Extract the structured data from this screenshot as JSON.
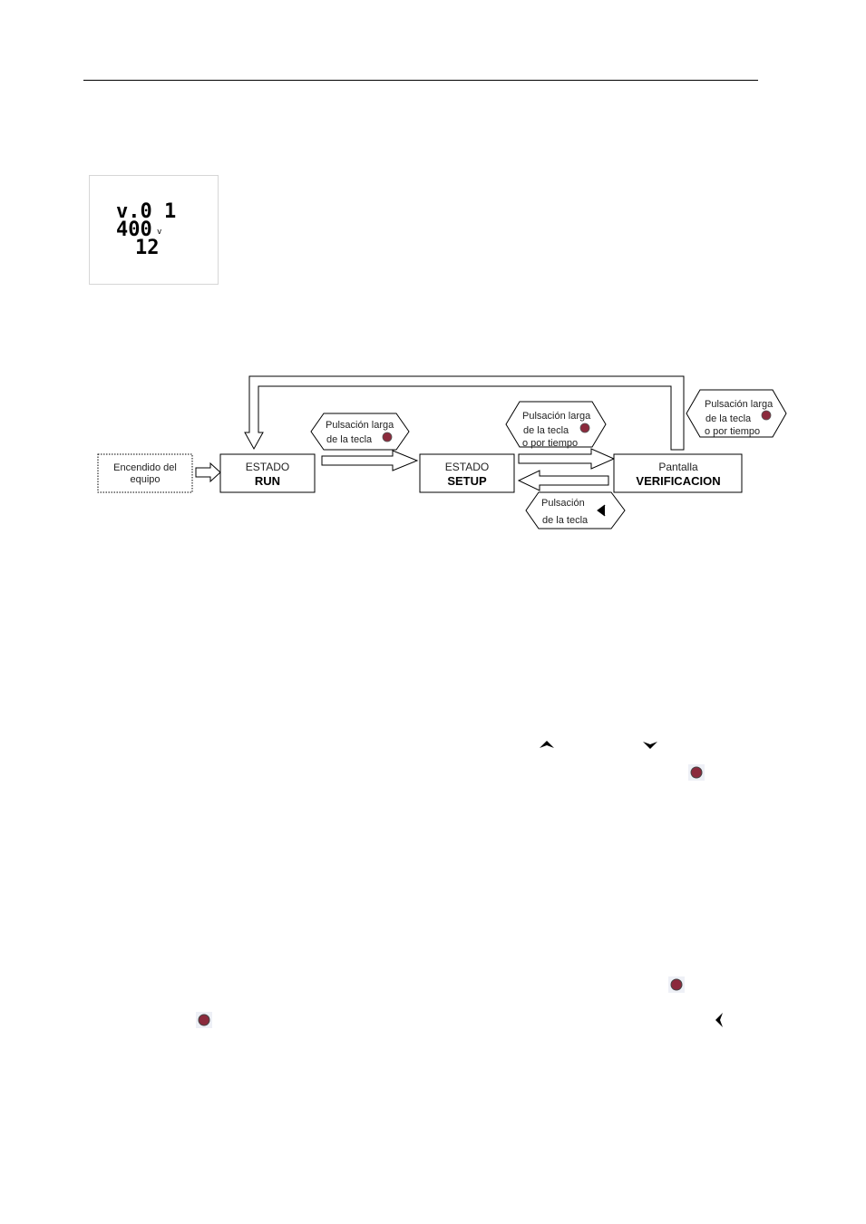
{
  "lcd": {
    "line1": "v.0 1",
    "line2": "400",
    "unit": "v",
    "line3": "12"
  },
  "diagram": {
    "power_on": {
      "line1": "Encendido del",
      "line2": "equipo"
    },
    "run": {
      "label": "ESTADO",
      "name": "RUN"
    },
    "setup": {
      "label": "ESTADO",
      "name": "SETUP"
    },
    "verification": {
      "label": "Pantalla",
      "name": "VERIFICACION"
    },
    "note_run_setup": {
      "line1": "Pulsación larga",
      "line2": "de la tecla"
    },
    "note_setup_verif": {
      "line1": "Pulsación larga",
      "line2": "de la tecla",
      "line3": "o por tiempo"
    },
    "note_verif_run": {
      "line1": "Pulsación larga",
      "line2": "de la tecla",
      "line3": "o por tiempo"
    },
    "note_verif_setup": {
      "line1": "Pulsación",
      "line2": "de la tecla"
    }
  },
  "colors": {
    "key_dot": "#8b2a3c",
    "line": "#000000"
  },
  "icons": [
    "up-key-icon",
    "down-key-icon",
    "enter-key-icon",
    "left-key-icon"
  ]
}
